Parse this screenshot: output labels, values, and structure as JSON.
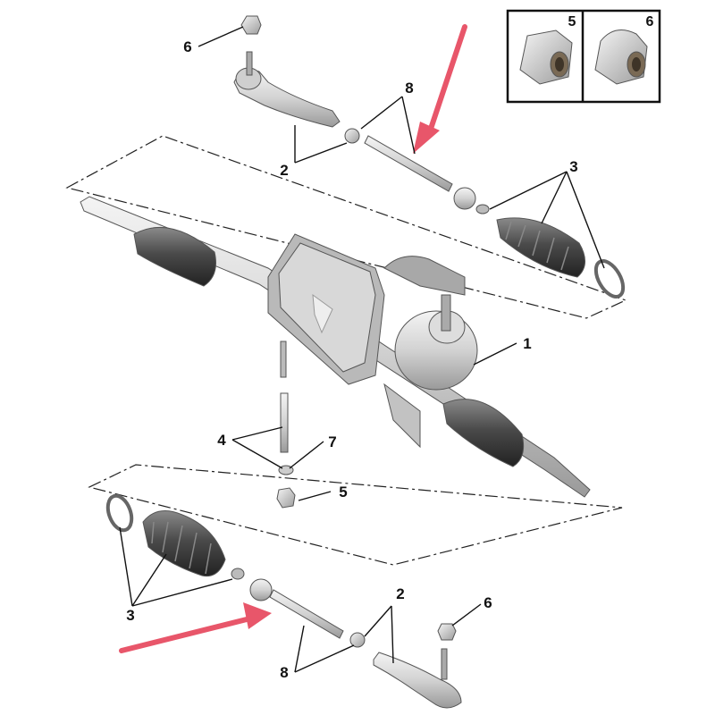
{
  "diagram": {
    "callouts": [
      {
        "id": "c6-top",
        "label": "6"
      },
      {
        "id": "c8-top",
        "label": "8"
      },
      {
        "id": "c2-top",
        "label": "2"
      },
      {
        "id": "c3-top",
        "label": "3"
      },
      {
        "id": "c1",
        "label": "1"
      },
      {
        "id": "c4",
        "label": "4"
      },
      {
        "id": "c7",
        "label": "7"
      },
      {
        "id": "c5",
        "label": "5"
      },
      {
        "id": "c3-bottom",
        "label": "3"
      },
      {
        "id": "c2-bottom",
        "label": "2"
      },
      {
        "id": "c6-bottom",
        "label": "6"
      },
      {
        "id": "c8-bottom",
        "label": "8"
      }
    ],
    "inset": {
      "left_label": "5",
      "right_label": "6"
    },
    "colors": {
      "arrow": "#e8566a",
      "part_light": "#e6e6e6",
      "part_mid": "#bdbdbd",
      "part_dark": "#4a4a4a",
      "line": "#111111"
    }
  }
}
